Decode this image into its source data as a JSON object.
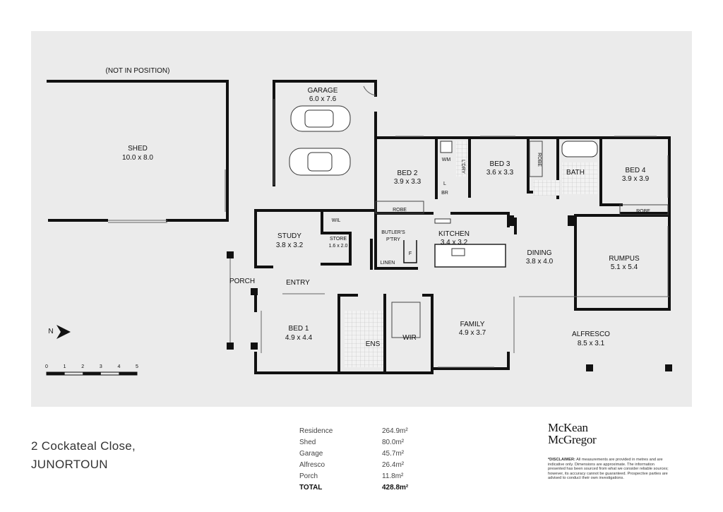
{
  "plan": {
    "not_in_position": "(NOT IN POSITION)",
    "rooms": {
      "shed": {
        "name": "SHED",
        "size": "10.0 x 8.0"
      },
      "garage": {
        "name": "GARAGE",
        "size": "6.0 x 7.6"
      },
      "bed2": {
        "name": "BED 2",
        "size": "3.9 x 3.3"
      },
      "bed3": {
        "name": "BED 3",
        "size": "3.6 x 3.3"
      },
      "bed4": {
        "name": "BED 4",
        "size": "3.9 x 3.9"
      },
      "bath": {
        "name": "BATH"
      },
      "wm": {
        "name": "WM"
      },
      "ldry": {
        "name": "L'DRY"
      },
      "br": {
        "name": "BR"
      },
      "l": {
        "name": "L"
      },
      "robe_bed2": {
        "name": "ROBE"
      },
      "robe_bed3": {
        "name": "ROBE"
      },
      "robe_bed4": {
        "name": "ROBE"
      },
      "wil": {
        "name": "WIL"
      },
      "study": {
        "name": "STUDY",
        "size": "3.8 x 3.2"
      },
      "store": {
        "name": "STORE",
        "size": "1.6 x 2.0"
      },
      "butlers": {
        "name": "BUTLER'S",
        "name2": "P'TRY"
      },
      "kitchen": {
        "name": "KITCHEN",
        "size": "3.4 x 3.2"
      },
      "linen": {
        "name": "LINEN"
      },
      "f": {
        "name": "F"
      },
      "dining": {
        "name": "DINING",
        "size": "3.8 x 4.0"
      },
      "rumpus": {
        "name": "RUMPUS",
        "size": "5.1 x 5.4"
      },
      "porch": {
        "name": "PORCH"
      },
      "entry": {
        "name": "ENTRY"
      },
      "bed1": {
        "name": "BED 1",
        "size": "4.9 x 4.4"
      },
      "ens": {
        "name": "ENS"
      },
      "wir": {
        "name": "WIR"
      },
      "family": {
        "name": "FAMILY",
        "size": "4.9 x 3.7"
      },
      "alfresco": {
        "name": "ALFRESCO",
        "size": "8.5 x 3.1"
      }
    },
    "north": "N",
    "scale_ticks": [
      "0",
      "1",
      "2",
      "3",
      "4",
      "5"
    ]
  },
  "address": {
    "line1": "2 Cockateal Close,",
    "line2": "JUNORTOUN"
  },
  "areas": [
    {
      "label": "Residence",
      "value": "264.9m²"
    },
    {
      "label": "Shed",
      "value": "80.0m²"
    },
    {
      "label": "Garage",
      "value": "45.7m²"
    },
    {
      "label": "Alfresco",
      "value": "26.4m²"
    },
    {
      "label": "Porch",
      "value": "11.8m²"
    }
  ],
  "total": {
    "label": "TOTAL",
    "value": "428.8m²"
  },
  "brand": {
    "line1": "McKean",
    "line2": "McGregor"
  },
  "disclaimer": {
    "title": "*DISCLAIMER:",
    "text": "All measurements are provided in metres and are indicative only. Dimensions are approximate. The information presented has been sourced from what we consider reliable sources; however, its accuracy cannot be guaranteed. Prospective parties are advised to conduct their own investigations."
  }
}
